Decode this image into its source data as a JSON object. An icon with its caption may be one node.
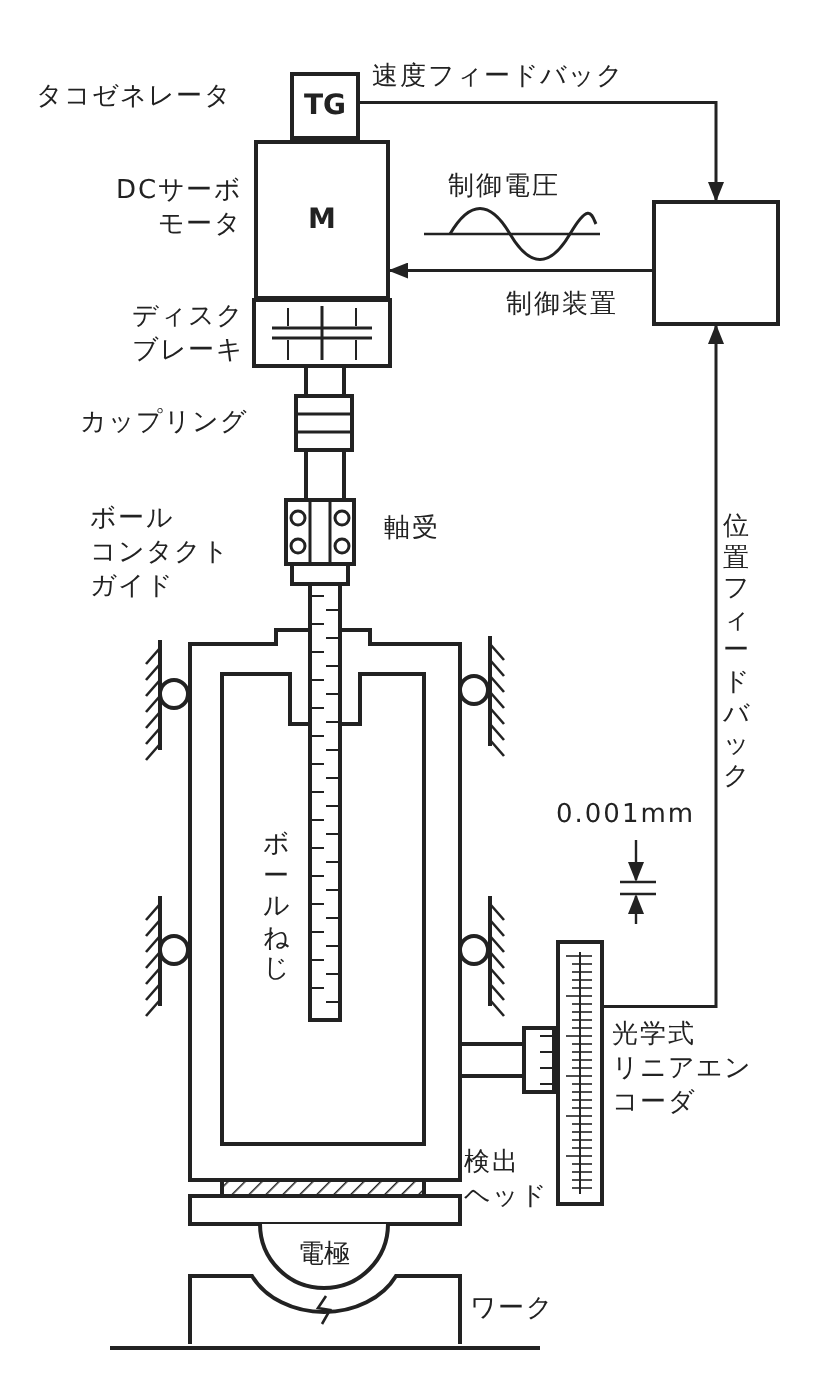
{
  "diagram": {
    "nodes": [
      {
        "text": [
          "TG"
        ],
        "beside": [
          "タコゼネレータ"
        ]
      },
      {
        "text": [
          "M"
        ],
        "beside": [
          "DCサーボモータ"
        ]
      },
      {
        "text": [],
        "shape": "box",
        "beside": [
          "制御装置"
        ]
      },
      {
        "text": [],
        "shape": "bar",
        "beside": [
          "光学式リニアエンコーダ"
        ]
      },
      {
        "text": [
          "電極"
        ]
      }
    ],
    "edges": [
      {
        "from": 0,
        "to": 2,
        "arrow": "to",
        "label": "速度フィードバック"
      },
      {
        "from": 2,
        "to": 1,
        "arrow": "to",
        "label": "制御電圧"
      },
      {
        "from": 3,
        "to": 2,
        "arrow": "to",
        "label": "位置フィードバック"
      }
    ],
    "labels": [
      "ディスクブレーキ",
      "カップリング",
      "ボールコンタクトガイド",
      "軸受",
      "0.001mm",
      "ボールねじ",
      "検出ヘッド",
      "ワーク"
    ]
  }
}
